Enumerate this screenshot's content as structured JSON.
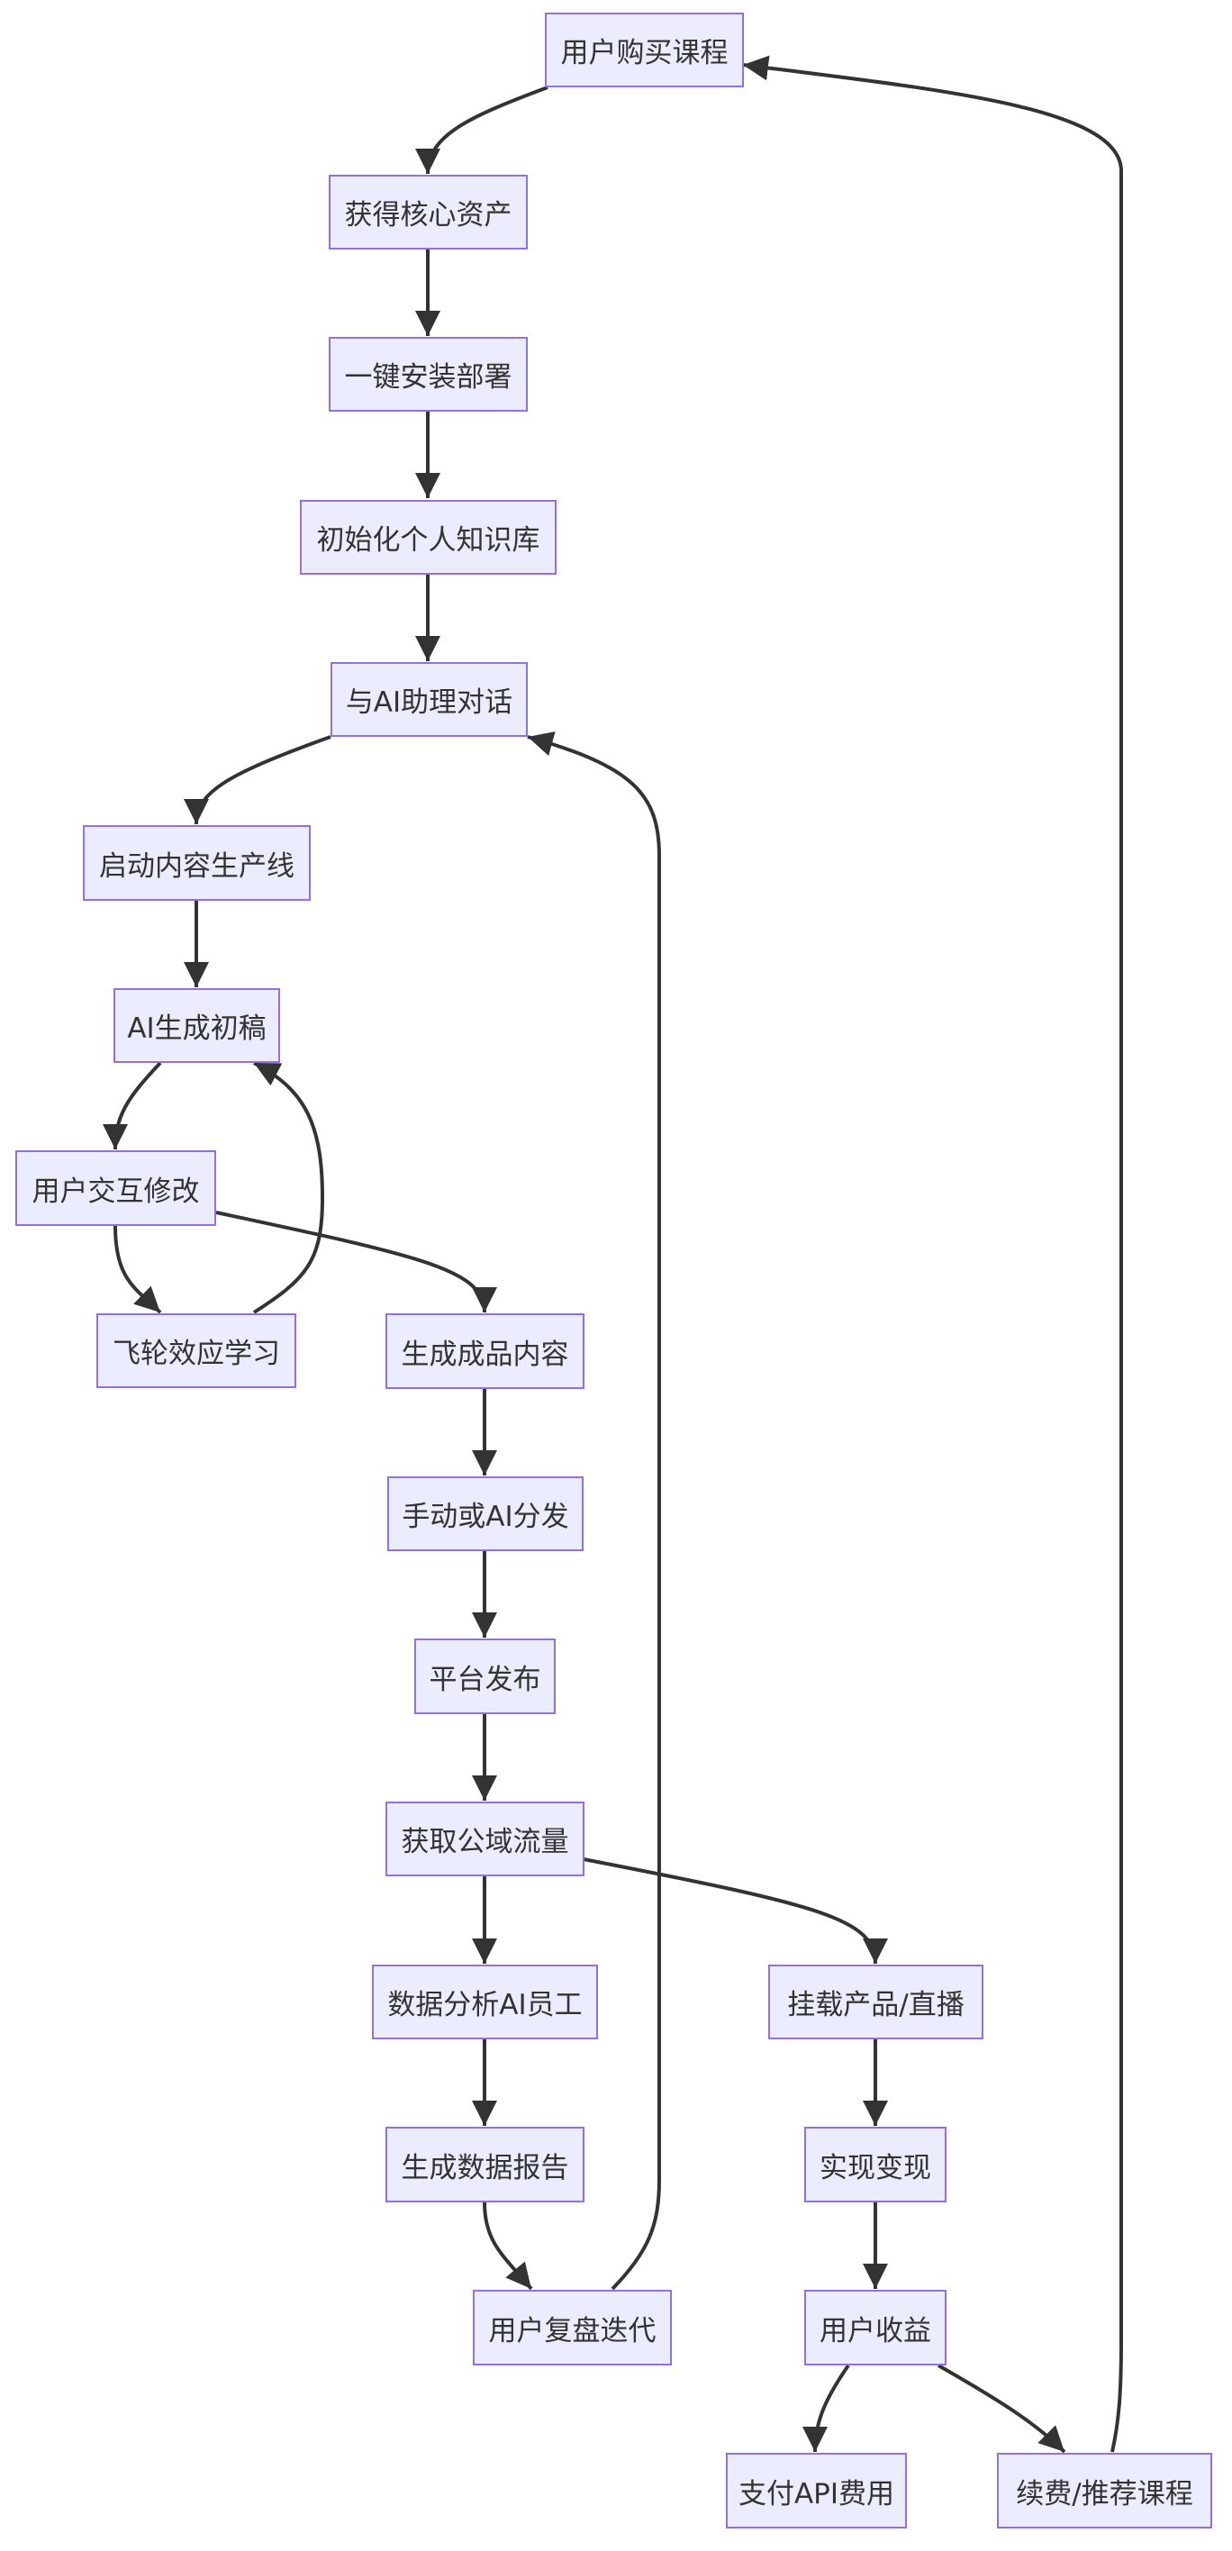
{
  "nodes": {
    "buy": "用户购买课程",
    "assets": "获得核心资产",
    "install": "一键安装部署",
    "init_kb": "初始化个人知识库",
    "chat_ai": "与AI助理对话",
    "pipeline": "启动内容生产线",
    "ai_draft": "AI生成初稿",
    "user_edit": "用户交互修改",
    "flywheel": "飞轮效应学习",
    "final_content": "生成成品内容",
    "distribute": "手动或AI分发",
    "publish": "平台发布",
    "traffic": "获取公域流量",
    "data_ai": "数据分析AI员工",
    "report": "生成数据报告",
    "review": "用户复盘迭代",
    "mount": "挂载产品/直播",
    "monetize": "实现变现",
    "income": "用户收益",
    "api_fee": "支付API费用",
    "renew": "续费/推荐课程"
  },
  "colors": {
    "node_fill": "#ECECFF",
    "node_stroke": "#9370DB",
    "edge": "#333333",
    "text": "#333333"
  }
}
